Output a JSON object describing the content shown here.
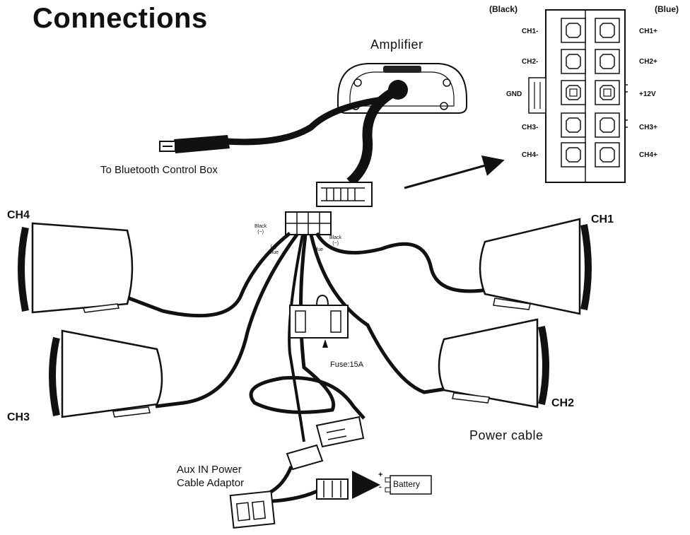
{
  "title": "Connections",
  "labels": {
    "amplifier": "Amplifier",
    "bluetooth": "To Bluetooth Control Box",
    "fuse": "Fuse:15A",
    "power_cable": "Power cable",
    "aux_line1": "Aux IN Power",
    "aux_line2": "Cable Adaptor",
    "battery": "Battery",
    "battery_plus": "+",
    "battery_minus": "-"
  },
  "speakers": [
    "CH4",
    "CH3",
    "CH1",
    "CH2"
  ],
  "wire_tags": {
    "black_left": "Black",
    "black_left_sign": "(−)",
    "blue_left_sign": "(+)",
    "blue_left": "Blue",
    "black_right": "Black",
    "black_right_sign": "(−)",
    "blue_right": "Blue"
  },
  "pinout": {
    "left_header": "(Black)",
    "right_header": "(Blue)",
    "left_pins": [
      "CH1-",
      "CH2-",
      "GND",
      "CH3-",
      "CH4-"
    ],
    "right_pins": [
      "CH1+",
      "CH2+",
      "+12V",
      "CH3+",
      "CH4+"
    ]
  }
}
